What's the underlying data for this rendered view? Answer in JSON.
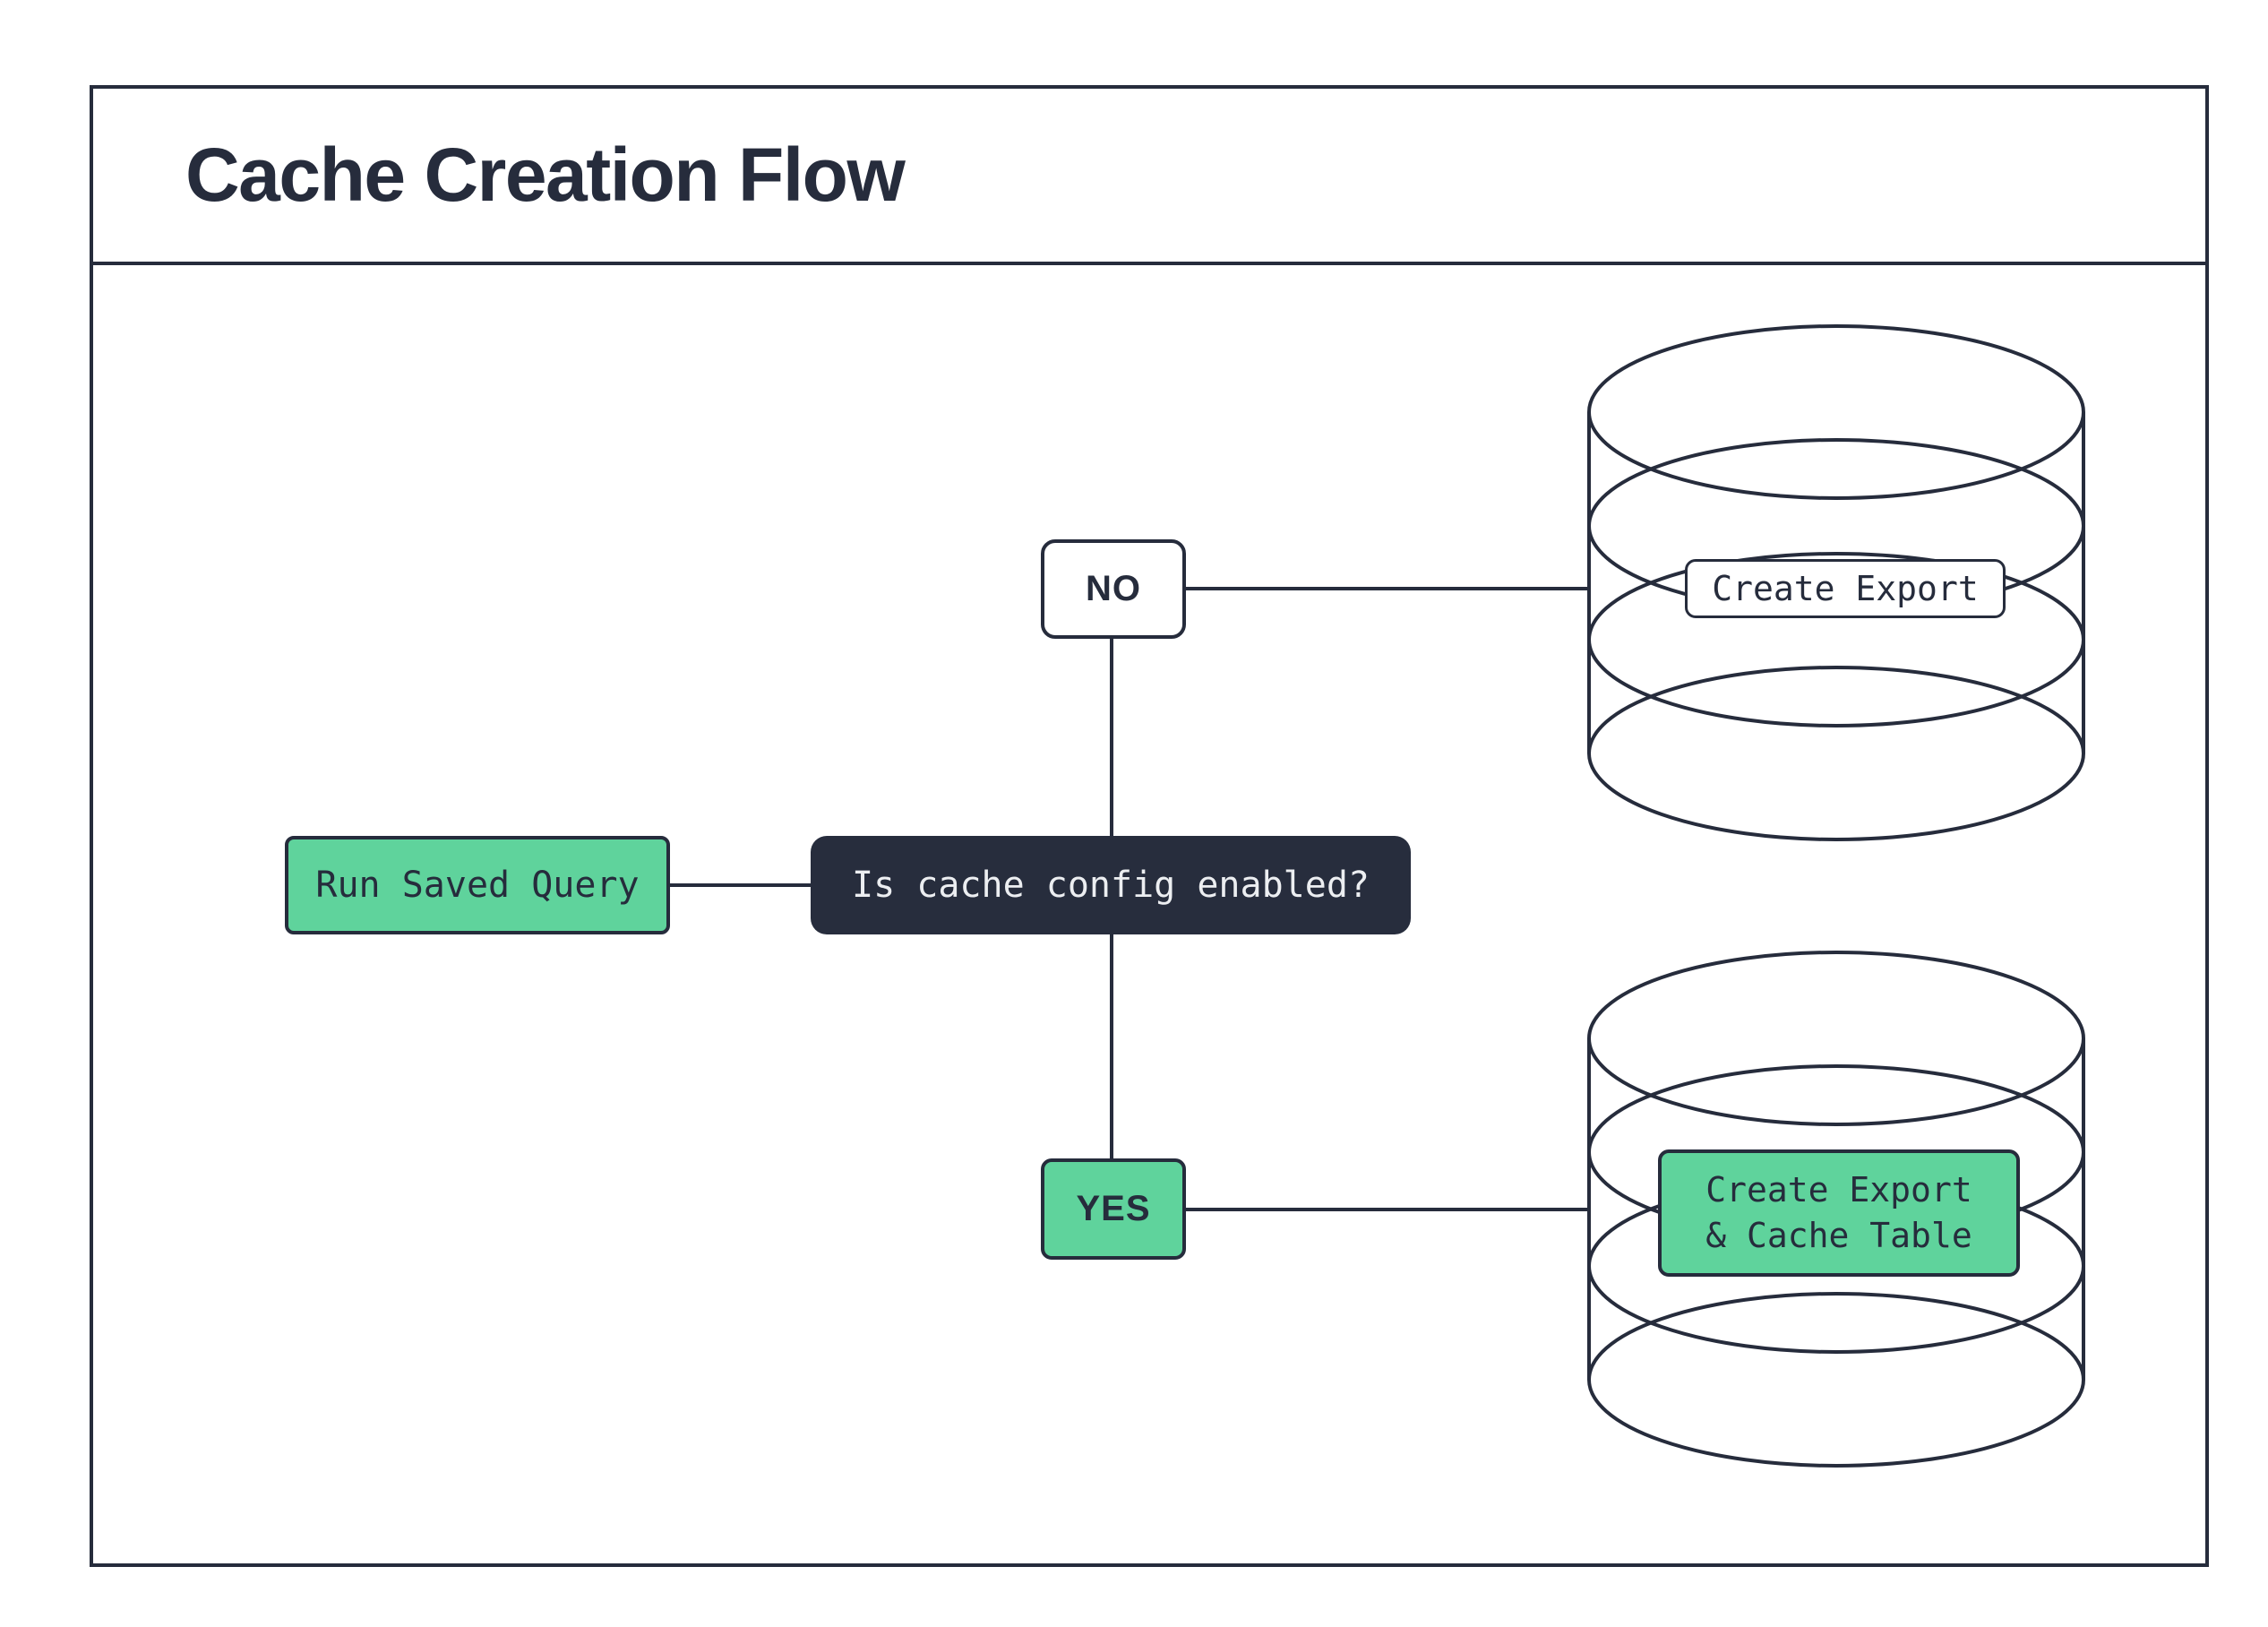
{
  "title": "Cache Creation Flow",
  "colors": {
    "ink": "#262c3c",
    "green": "#5fd39c",
    "dark": "#272d3d",
    "light": "#eceef1",
    "paper": "#ffffff"
  },
  "diagram": {
    "start": {
      "label": "Run Saved Query"
    },
    "decision": {
      "label": "Is cache config enabled?"
    },
    "branch_no": {
      "label": "NO"
    },
    "branch_yes": {
      "label": "YES"
    },
    "export_db": {
      "label": "Create Export"
    },
    "cache_db": {
      "label_line1": "Create Export",
      "label_line2": "& Cache Table"
    }
  }
}
